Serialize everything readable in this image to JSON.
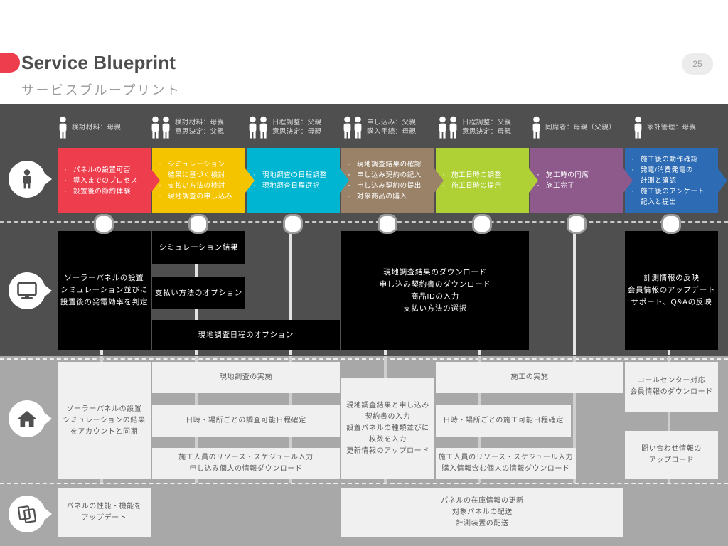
{
  "header": {
    "title_en": "Service Blueprint",
    "title_jp": "サービスブループリント",
    "page_number": "25",
    "accent_color": "#ee3e4e"
  },
  "lanes": [
    {
      "name": "customer",
      "icon": "person-icon"
    },
    {
      "name": "digital",
      "icon": "monitor-icon"
    },
    {
      "name": "backstage",
      "icon": "home-icon"
    },
    {
      "name": "support",
      "icon": "cards-icon"
    }
  ],
  "personas": [
    {
      "figures": 1,
      "lines": [
        "検討材料：母親"
      ]
    },
    {
      "figures": 2,
      "lines": [
        "検討材料：母親",
        "意思決定：父親"
      ]
    },
    {
      "figures": 2,
      "lines": [
        "日程調整：父親",
        "意思決定：母親"
      ]
    },
    {
      "figures": 2,
      "lines": [
        "申し込み：父親",
        "購入手続：母親"
      ]
    },
    {
      "figures": 2,
      "lines": [
        "日程調整：父親",
        "意思決定：母親"
      ]
    },
    {
      "figures": 1,
      "lines": [
        "同席者：母親（父親）"
      ]
    },
    {
      "figures": 1,
      "lines": [
        "家計管理：母親"
      ]
    }
  ],
  "stages": [
    {
      "color": "#ee3e4e",
      "items": [
        {
          "text": "パネルの設置可否",
          "cont": false
        },
        {
          "text": "導入までのプロセス",
          "cont": false
        },
        {
          "text": "設置後の節約体験",
          "cont": false
        }
      ]
    },
    {
      "color": "#f5c400",
      "items": [
        {
          "text": "シミュレーション",
          "cont": false
        },
        {
          "text": "結果に基づく検討",
          "cont": true
        },
        {
          "text": "支払い方法の検討",
          "cont": false
        },
        {
          "text": "現地調査の申し込み",
          "cont": false
        }
      ]
    },
    {
      "color": "#00b5d1",
      "items": [
        {
          "text": "現地調査の日程調整",
          "cont": false
        },
        {
          "text": "現地調査日程選択",
          "cont": false
        }
      ]
    },
    {
      "color": "#9a8268",
      "items": [
        {
          "text": "現地調査結果の確認",
          "cont": false
        },
        {
          "text": "申し込み契約の記入",
          "cont": false
        },
        {
          "text": "申し込み契約の提出",
          "cont": false
        },
        {
          "text": "対象商品の購入",
          "cont": false
        }
      ]
    },
    {
      "color": "#b0d136",
      "items": [
        {
          "text": "施工日時の調整",
          "cont": false
        },
        {
          "text": "施工日時の提示",
          "cont": false
        }
      ]
    },
    {
      "color": "#8e5a8c",
      "items": [
        {
          "text": "施工時の同席",
          "cont": false
        },
        {
          "text": "施工完了",
          "cont": false
        }
      ]
    },
    {
      "color": "#2d6cb5",
      "items": [
        {
          "text": "施工後の動作確認",
          "cont": false
        },
        {
          "text": "発電/消費発電の",
          "cont": false
        },
        {
          "text": "計測と確認",
          "cont": true
        },
        {
          "text": "施工後のアンケート",
          "cont": false
        },
        {
          "text": "記入と提出",
          "cont": true
        }
      ]
    }
  ],
  "digital_boxes": [
    {
      "id": "d1",
      "lines": [
        "ソーラーパネルの設置",
        "シミュレーション並びに",
        "設置後の発電効率を判定"
      ]
    },
    {
      "id": "d2",
      "lines": [
        "シミュレーション結果"
      ]
    },
    {
      "id": "d3",
      "lines": [
        "支払い方法のオプション"
      ]
    },
    {
      "id": "d4",
      "lines": [
        "現地調査日程のオプション"
      ]
    },
    {
      "id": "d5",
      "lines": [
        "現地調査結果のダウンロード",
        "申し込み契約書のダウンロード",
        "商品IDの入力",
        "支払い方法の選択"
      ]
    },
    {
      "id": "d6",
      "lines": [
        "計測情報の反映",
        "会員情報のアップデート",
        "サポート、Q&Aの反映"
      ]
    }
  ],
  "backstage_boxes": [
    {
      "id": "b1",
      "lines": [
        "ソーラーパネルの設置",
        "シミュレーションの結果",
        "をアカウントと同期"
      ]
    },
    {
      "id": "b2",
      "lines": [
        "現地調査の実施"
      ]
    },
    {
      "id": "b3",
      "lines": [
        "日時・場所ごとの調査可能日程確定"
      ]
    },
    {
      "id": "b4",
      "lines": [
        "施工人員のリソース・スケジュール入力",
        "申し込み個人の情報ダウンロード"
      ]
    },
    {
      "id": "b5",
      "lines": [
        "現地調査結果と申し込み",
        "契約書の入力",
        "設置パネルの種類並びに",
        "枚数を入力",
        "更新情報のアップロード"
      ]
    },
    {
      "id": "b6",
      "lines": [
        "施工の実施"
      ]
    },
    {
      "id": "b7",
      "lines": [
        "日時・場所ごとの施工可能日程確定"
      ]
    },
    {
      "id": "b8",
      "lines": [
        "施工人員のリソース・スケジュール入力",
        "購入情報含む個人の情報ダウンロード"
      ]
    },
    {
      "id": "b9",
      "lines": [
        "コールセンター対応",
        "会員情報のダウンロード"
      ]
    },
    {
      "id": "b10",
      "lines": [
        "問い合わせ情報の",
        "アップロード"
      ]
    }
  ],
  "support_boxes": [
    {
      "id": "s1",
      "lines": [
        "パネルの性能・機能を",
        "アップデート"
      ]
    },
    {
      "id": "s2",
      "lines": [
        "パネルの在庫情報の更新",
        "対象パネルの配送",
        "計測装置の配送"
      ]
    }
  ]
}
